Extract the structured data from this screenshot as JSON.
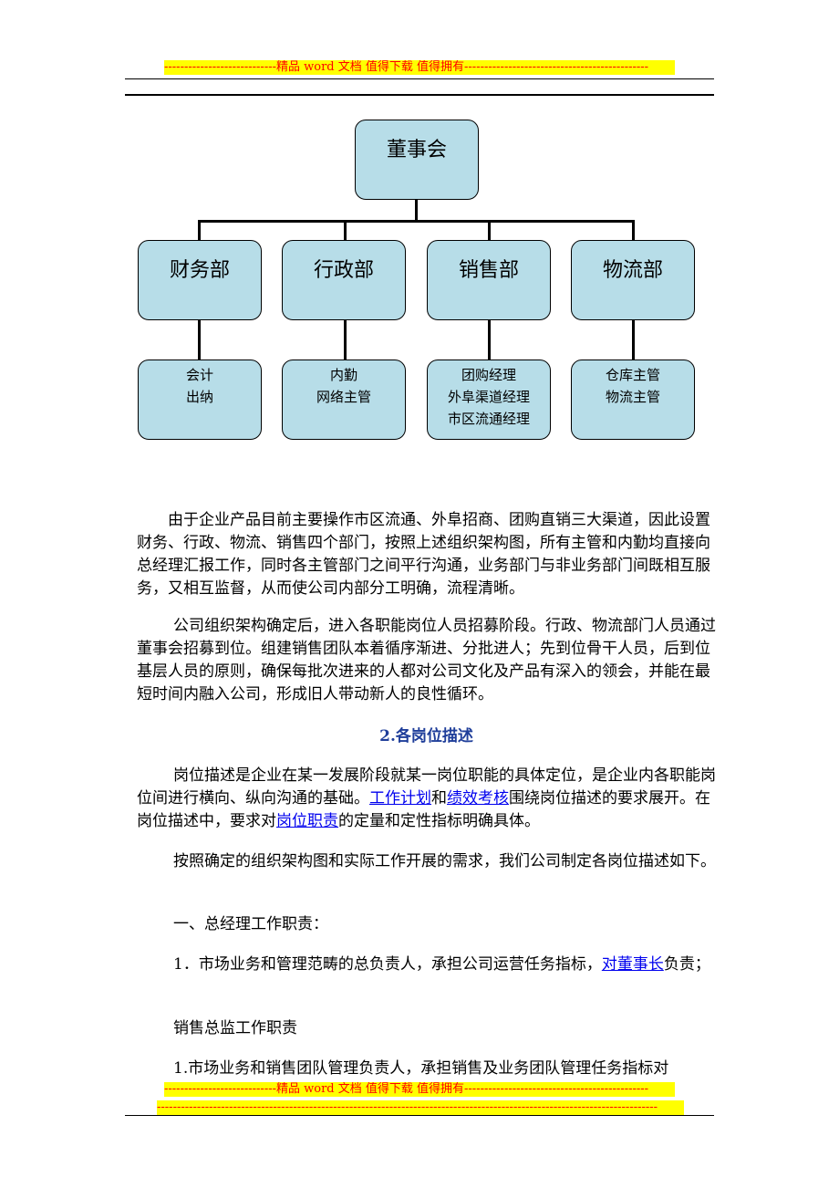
{
  "header": {
    "banner": "----------------------------精品 word 文档  值得下载  值得拥有----------------------------------------------"
  },
  "org_chart": {
    "top": "董事会",
    "departments": [
      {
        "name": "财务部",
        "roles": [
          "会计",
          "出纳"
        ]
      },
      {
        "name": "行政部",
        "roles": [
          "内勤",
          "网络主管"
        ]
      },
      {
        "name": "销售部",
        "roles": [
          "团购经理",
          "外阜渠道经理",
          "市区流通经理"
        ]
      },
      {
        "name": "物流部",
        "roles": [
          "仓库主管",
          "物流主管"
        ]
      }
    ]
  },
  "body": {
    "p1": "由于企业产品目前主要操作市区流通、外阜招商、团购直销三大渠道，因此设置财务、行政、物流、销售四个部门，按照上述组织架构图，所有主管和内勤均直接向总经理汇报工作，同时各主管部门之间平行沟通，业务部门与非业务部门间既相互服务，又相互监督，从而使公司内部分工明确，流程清晰。",
    "p2": "公司组织架构确定后，进入各职能岗位人员招募阶段。行政、物流部门人员通过董事会招募到位。组建销售团队本着循序渐进、分批进人；先到位骨干人员，后到位基层人员的原则，确保每批次进来的人都对公司文化及产品有深入的领会，并能在最短时间内融入公司，形成旧人带动新人的良性循环。",
    "heading": "2.各岗位描述",
    "p3_a": "岗位描述是企业在某一发展阶段就某一岗位职能的具体定位，是企业内各职能岗位间进行横向、纵向沟通的基础。",
    "p3_link1": "工作计划",
    "p3_b": "和",
    "p3_link2": "绩效考核",
    "p3_c": "围绕岗位描述的要求展开。在岗位描述中，要求对",
    "p3_link3": "岗位职责",
    "p3_d": "的定量和定性指标明确具体。",
    "p4": "按照确定的组织架构图和实际工作开展的需求，我们公司制定各岗位描述如下。",
    "p5": "一、总经理工作职责：",
    "p6_a": "1．市场业务和管理范畴的总负责人，承担公司运营任务指标，",
    "p6_link": "对董事长",
    "p6_b": "负责；",
    "p7": "销售总监工作职责",
    "p8": "1.市场业务和销售团队管理负责人，承担销售及业务团队管理任务指标对"
  },
  "footer": {
    "banner1": "----------------------------精品 word 文档  值得下载  值得拥有----------------------------------------------",
    "banner2": "-----------------------------------------------------------------------------------------------------------------------------"
  }
}
